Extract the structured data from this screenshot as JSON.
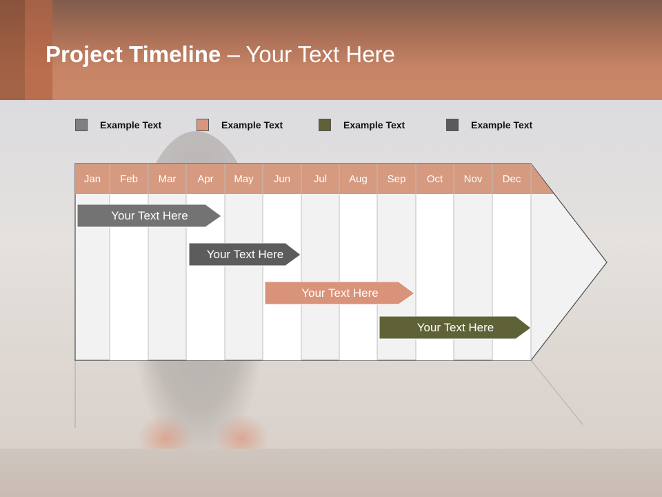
{
  "header": {
    "title_bold": "Project Timeline",
    "title_rest": " – Your Text Here"
  },
  "legend": [
    {
      "label": "Example Text",
      "color": "#7f7f7f"
    },
    {
      "label": "Example Text",
      "color": "#d9967c"
    },
    {
      "label": "Example Text",
      "color": "#5f6236"
    },
    {
      "label": "Example Text",
      "color": "#5a5a5a"
    }
  ],
  "months": [
    "Jan",
    "Feb",
    "Mar",
    "Apr",
    "May",
    "Jun",
    "Jul",
    "Aug",
    "Sep",
    "Oct",
    "Nov",
    "Dec"
  ],
  "tasks": [
    {
      "label": "Your  Text Here",
      "color": "#737373"
    },
    {
      "label": "Your  Text Here",
      "color": "#5c5c5c"
    },
    {
      "label": "Your  Text Here",
      "color": "#d9937a"
    },
    {
      "label": "Your  Text Here",
      "color": "#5f6236"
    }
  ],
  "colors": {
    "header_month_fill": "#d59a80",
    "chart_fill": "#f3f2f2",
    "grid_line": "#bdbdbd"
  }
}
